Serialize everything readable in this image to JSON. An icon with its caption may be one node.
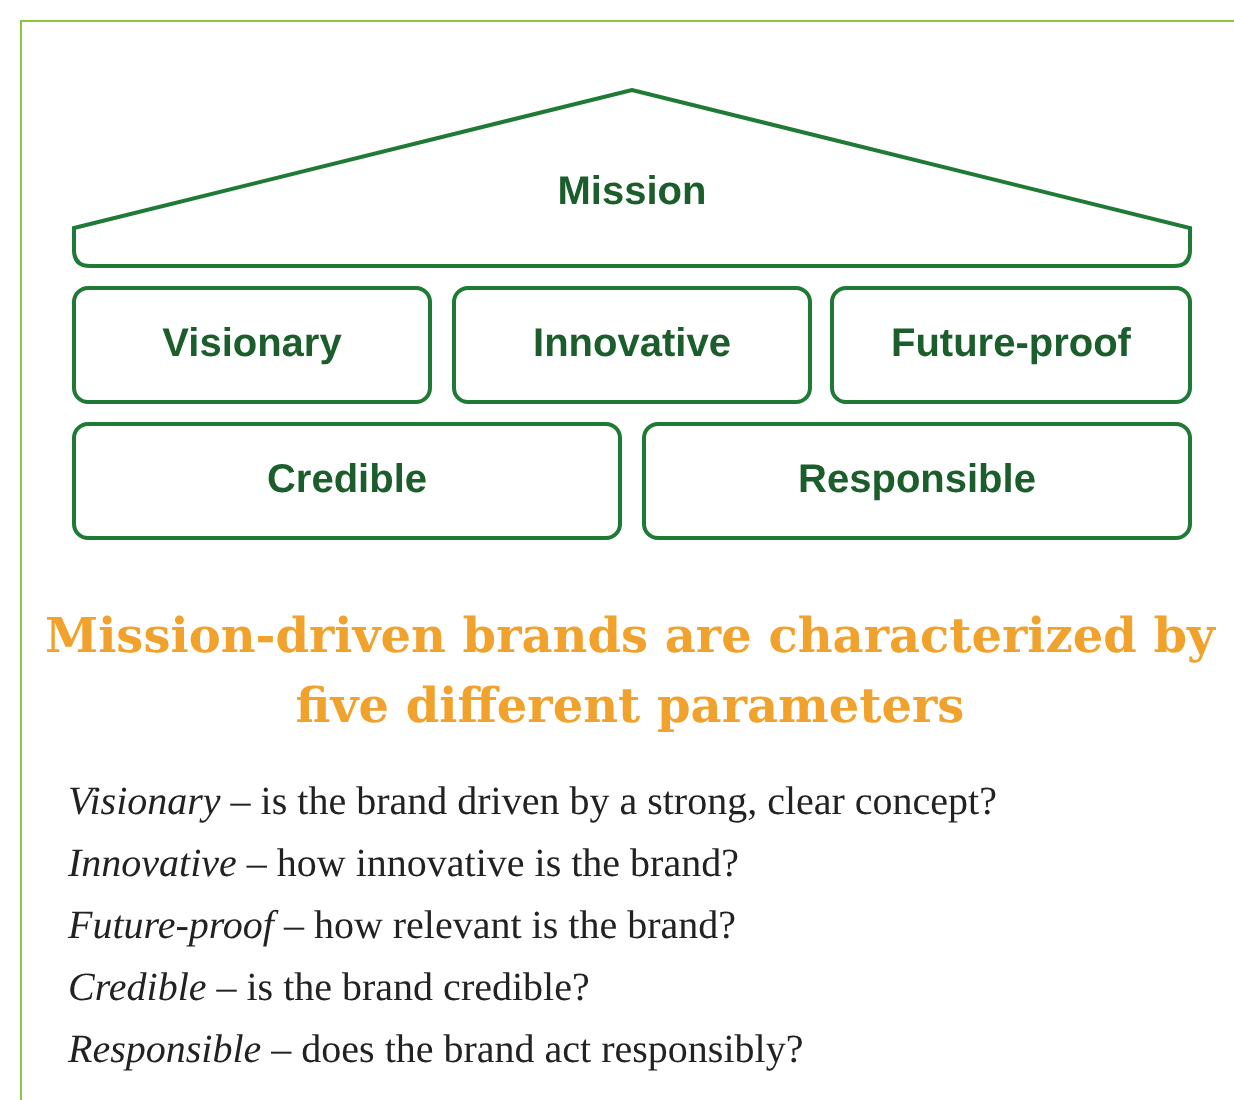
{
  "diagram": {
    "caption": "Mission-driven brands are characterized by five different parameters",
    "nodes": [
      {
        "text": [
          "Mission"
        ]
      },
      {
        "text": [
          "Visionary"
        ]
      },
      {
        "text": [
          "Innovative"
        ]
      },
      {
        "text": [
          "Future-proof"
        ]
      },
      {
        "text": [
          "Credible"
        ]
      },
      {
        "text": [
          "Responsible"
        ]
      }
    ],
    "edges": [],
    "labels": [
      "*Visionary* – is the brand driven by a strong, clear concept?",
      "*Innovative* – how innovative is the brand?",
      "*Future-proof* – how relevant is the brand?",
      "*Credible* – is the brand credible?",
      "*Responsible* – does the brand act responsibly?"
    ]
  }
}
